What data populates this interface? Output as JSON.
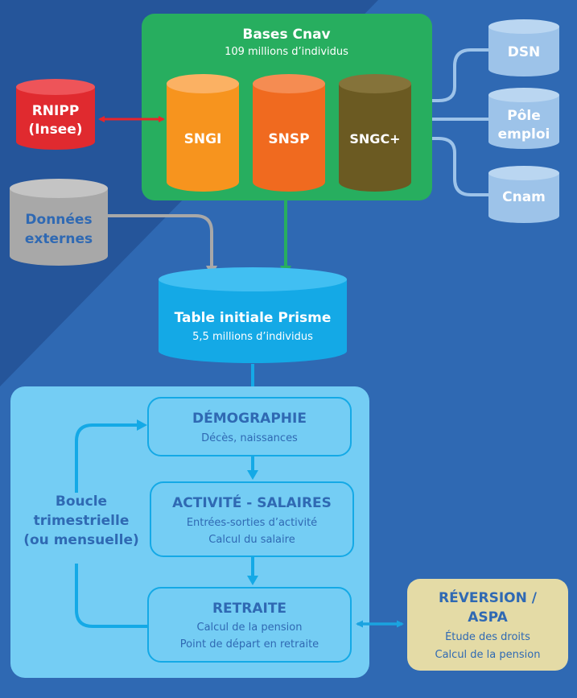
{
  "bases_cnav": {
    "title": "Bases Cnav",
    "subtitle": "109 millions d’individus"
  },
  "databases": {
    "sngi": "SNGI",
    "snsp": "SNSP",
    "sngc": "SNGC+"
  },
  "rnipp": {
    "line1": "RNIPP",
    "line2": "(Insee)"
  },
  "sources": {
    "dsn": "DSN",
    "pole_line1": "Pôle",
    "pole_line2": "emploi",
    "cnam": "Cnam"
  },
  "externes": {
    "line1": "Données",
    "line2": "externes"
  },
  "prisme": {
    "title": "Table initiale Prisme",
    "subtitle": "5,5 millions d’individus"
  },
  "modules": {
    "demographie": {
      "title": "DÉMOGRAPHIE",
      "line1": "Décès, naissances"
    },
    "activite": {
      "title": "ACTIVITÉ - SALAIRES",
      "line1": "Entrées-sorties d’activité",
      "line2": "Calcul du salaire"
    },
    "retraite": {
      "title": "RETRAITE",
      "line1": "Calcul de la pension",
      "line2": "Point de départ en retraite"
    }
  },
  "boucle": {
    "line1": "Boucle",
    "line2": "trimestrielle",
    "line3": "(ou mensuelle)"
  },
  "reversion": {
    "line1": "RÉVERSION /",
    "line2": "ASPA",
    "line3": "Étude des droits",
    "line4": "Calcul de la pension"
  },
  "colors": {
    "background": "#2f69b3",
    "background_dark": "#25559a",
    "green": "#27ae5f",
    "red": "#e02a2f",
    "orange": "#f7941e",
    "orange_dark": "#f06a1f",
    "olive": "#6b5a22",
    "source_blue": "#9dc3e9",
    "grey": "#a8a8a8",
    "cyan": "#14a9e6",
    "panel_light": "#74cdf4",
    "beige": "#e4dba6"
  }
}
